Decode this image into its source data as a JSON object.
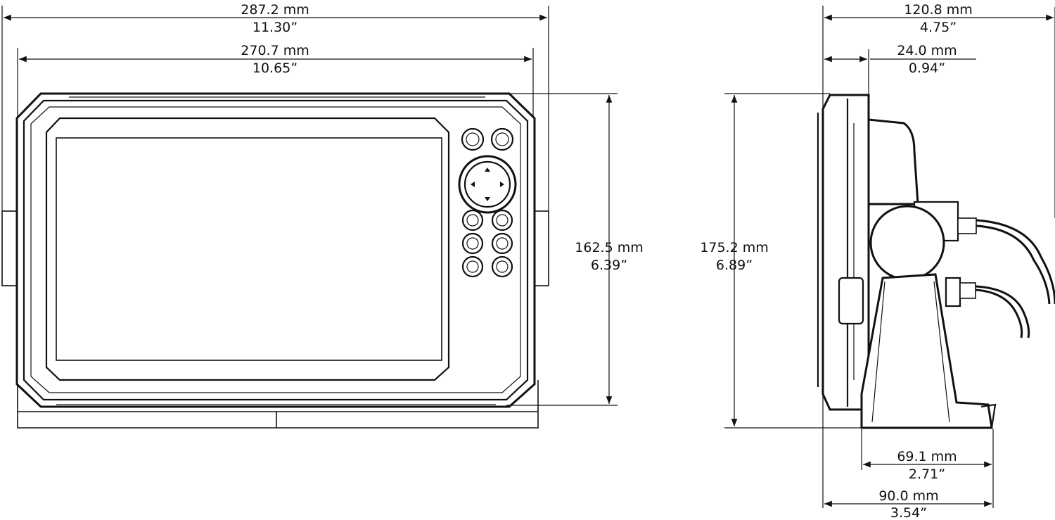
{
  "dimensions": {
    "front_overall_width": {
      "mm": "287.2 mm",
      "in": "11.30”"
    },
    "front_bezel_width": {
      "mm": "270.7 mm",
      "in": "10.65”"
    },
    "front_height": {
      "mm": "162.5 mm",
      "in": "6.39”"
    },
    "side_overall_depth": {
      "mm": "120.8 mm",
      "in": "4.75”"
    },
    "side_bezel_depth": {
      "mm": "24.0 mm",
      "in": "0.94”"
    },
    "side_overall_height": {
      "mm": "175.2 mm",
      "in": "6.89”"
    },
    "side_mount_base_depth": {
      "mm": "69.1 mm",
      "in": "2.71”"
    },
    "side_mount_overall_depth": {
      "mm": "90.0 mm",
      "in": "3.54”"
    }
  }
}
